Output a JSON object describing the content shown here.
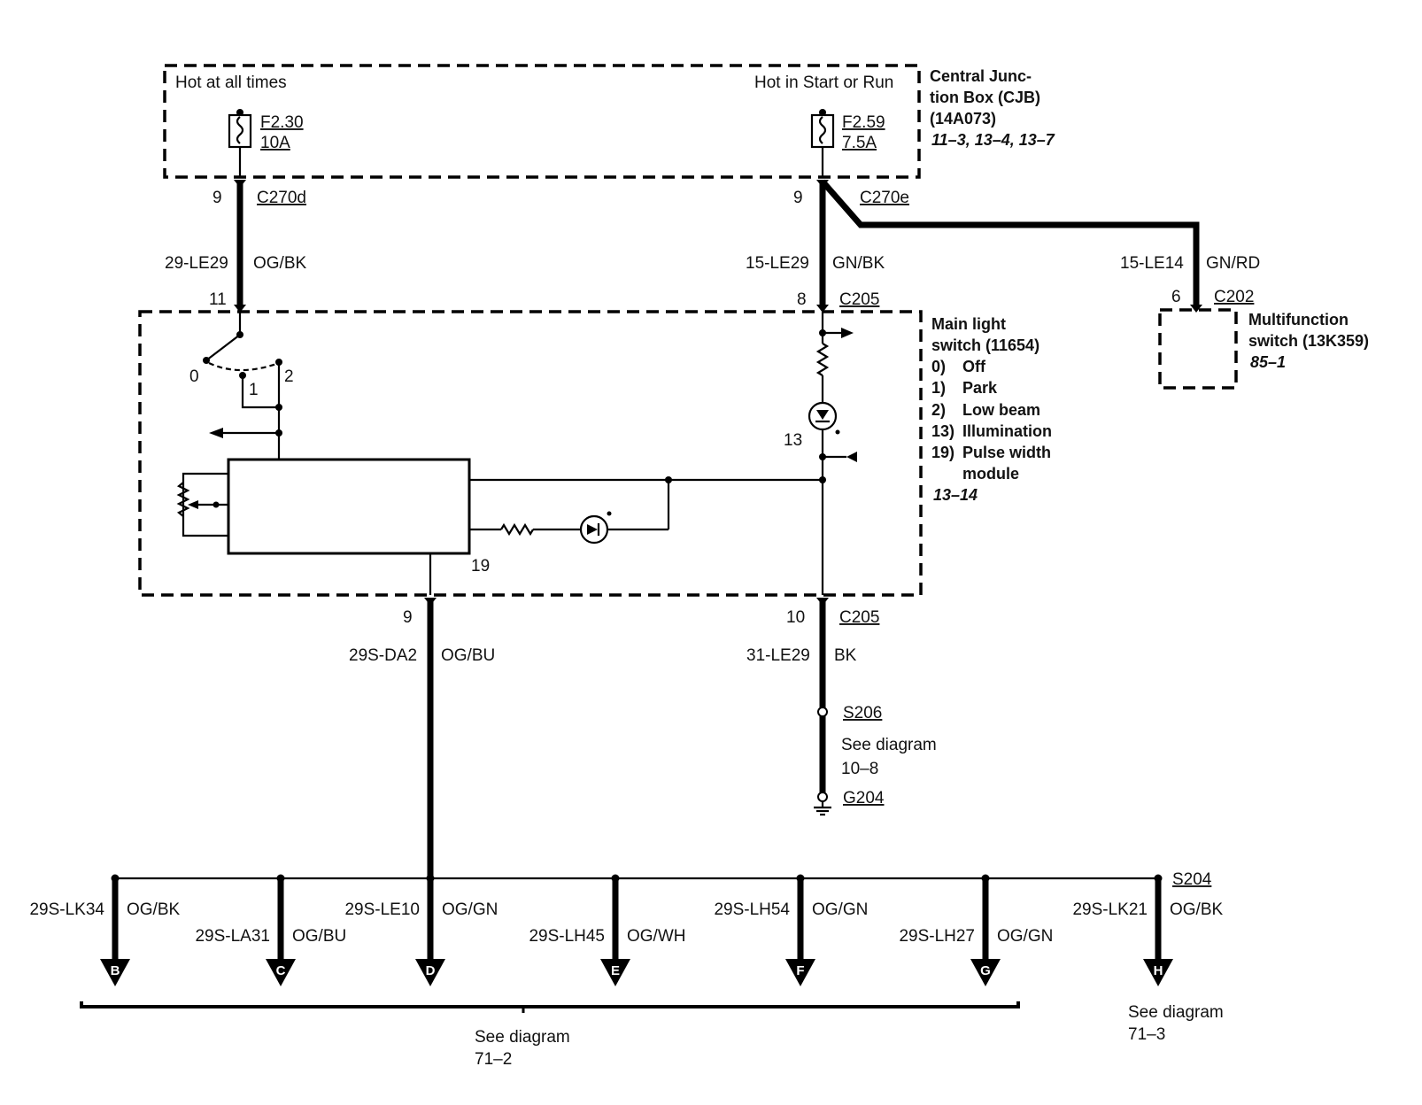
{
  "cjb": {
    "hot_at_all_times": "Hot at all times",
    "hot_in_start_run": "Hot in Start or Run",
    "fuse_left_id": "F2.30",
    "fuse_left_rating": "10A",
    "fuse_right_id": "F2.59",
    "fuse_right_rating": "7.5A",
    "title_line1": "Central Junc-",
    "title_line2": "tion Box (CJB)",
    "title_line3": "(14A073)",
    "refs": "11–3, 13–4, 13–7"
  },
  "connectors": {
    "c270d": "C270d",
    "c270d_pin": "9",
    "c270e": "C270e",
    "c270e_pin": "9",
    "c205_top": "C205",
    "c205_top_pin_left": "11",
    "c205_top_pin_right": "8",
    "c202": "C202",
    "c202_pin": "6",
    "c205_bottom": "C205",
    "c205_bottom_pin_left": "9",
    "c205_bottom_pin_right": "10"
  },
  "wires": {
    "w1_circuit": "29-LE29",
    "w1_color": "OG/BK",
    "w2_circuit": "15-LE29",
    "w2_color": "GN/BK",
    "w3_circuit": "15-LE14",
    "w3_color": "GN/RD",
    "w4_circuit": "29S-DA2",
    "w4_color": "OG/BU",
    "w5_circuit": "31-LE29",
    "w5_color": "BK"
  },
  "main_switch": {
    "title_line1": "Main light",
    "title_line2": "switch (11654)",
    "pos0": "0)",
    "pos0_label": "Off",
    "pos1": "1)",
    "pos1_label": "Park",
    "pos2": "2)",
    "pos2_label": "Low beam",
    "pos13": "13)",
    "pos13_label": "Illumination",
    "pos19": "19)",
    "pos19_label_line1": "Pulse width",
    "pos19_label_line2": "module",
    "ref": "13–14",
    "contact_0": "0",
    "contact_1": "1",
    "contact_2": "2",
    "pin_13": "13",
    "pin_19": "19"
  },
  "multifunction": {
    "title_line1": "Multifunction",
    "title_line2": "switch (13K359)",
    "ref": "85–1"
  },
  "ground": {
    "splice": "S206",
    "see_line1": "See diagram",
    "see_line2": "10–8",
    "ground_id": "G204"
  },
  "bus": {
    "splice": "S204",
    "branches": [
      {
        "circuit": "29S-LK34",
        "color": "OG/BK",
        "letter": "B"
      },
      {
        "circuit": "29S-LA31",
        "color": "OG/BU",
        "letter": "C"
      },
      {
        "circuit": "29S-LE10",
        "color": "OG/GN",
        "letter": "D"
      },
      {
        "circuit": "29S-LH45",
        "color": "OG/WH",
        "letter": "E"
      },
      {
        "circuit": "29S-LH54",
        "color": "OG/GN",
        "letter": "F"
      },
      {
        "circuit": "29S-LH27",
        "color": "OG/GN",
        "letter": "G"
      },
      {
        "circuit": "29S-LK21",
        "color": "OG/BK",
        "letter": "H"
      }
    ],
    "see_left_line1": "See diagram",
    "see_left_line2": "71–2",
    "see_right_line1": "See diagram",
    "see_right_line2": "71–3"
  }
}
